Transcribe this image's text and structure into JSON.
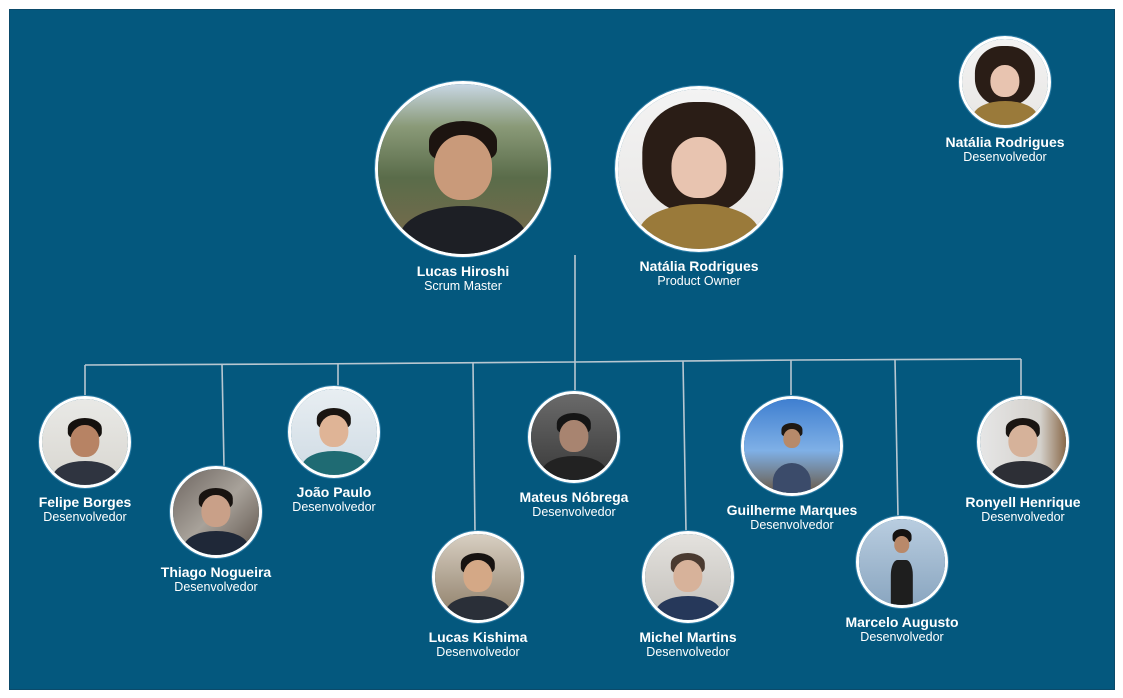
{
  "colors": {
    "background": "#04587e",
    "connector": "#b8c7d1",
    "text": "#ffffff",
    "avatar_border": "#ffffff"
  },
  "members": {
    "lucas_hiroshi": {
      "name": "Lucas Hiroshi",
      "role": "Scrum Master",
      "photo": "person-photo-icon"
    },
    "natalia_po": {
      "name": "Natália Rodrigues",
      "role": "Product Owner",
      "photo": "person-photo-icon"
    },
    "natalia_dev": {
      "name": "Natália Rodrigues",
      "role": "Desenvolvedor",
      "photo": "person-photo-icon"
    },
    "felipe": {
      "name": "Felipe Borges",
      "role": "Desenvolvedor",
      "photo": "person-photo-icon"
    },
    "thiago": {
      "name": "Thiago Nogueira",
      "role": "Desenvolvedor",
      "photo": "person-photo-icon"
    },
    "joao": {
      "name": "João Paulo",
      "role": "Desenvolvedor",
      "photo": "person-photo-icon"
    },
    "lucas_kishima": {
      "name": "Lucas Kishima",
      "role": "Desenvolvedor",
      "photo": "person-photo-icon"
    },
    "mateus": {
      "name": "Mateus Nóbrega",
      "role": "Desenvolvedor",
      "photo": "person-photo-icon"
    },
    "michel": {
      "name": "Michel Martins",
      "role": "Desenvolvedor",
      "photo": "person-photo-icon"
    },
    "guilherme": {
      "name": "Guilherme Marques",
      "role": "Desenvolvedor",
      "photo": "person-photo-icon"
    },
    "marcelo": {
      "name": "Marcelo Augusto",
      "role": "Desenvolvedor",
      "photo": "person-photo-icon"
    },
    "ronyell": {
      "name": "Ronyell Henrique",
      "role": "Desenvolvedor",
      "photo": "person-photo-icon"
    }
  }
}
